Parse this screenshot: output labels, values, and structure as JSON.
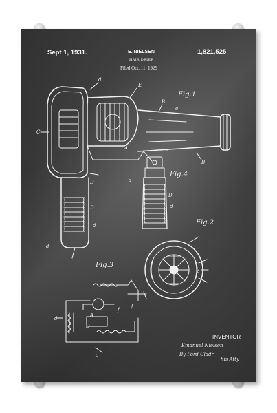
{
  "patent": {
    "date": "Sept 1, 1931.",
    "inventor_name": "E. NIELSEN",
    "number": "1,821,525",
    "title": "HAIR DRIER",
    "filed": "Filed Oct. 11, 1929"
  },
  "figures": {
    "fig1": "Fig.1",
    "fig2": "Fig.2",
    "fig3": "Fig.3",
    "fig4": "Fig.4"
  },
  "inventor": {
    "label": "INVENTOR",
    "signature": "Emanuel Nielsen",
    "attorney_by": "By Ford Gladr",
    "attorney_suffix": "his Atty"
  },
  "colors": {
    "chalkboard": "#3e3e3e",
    "chalk": "#f0f0f0"
  }
}
